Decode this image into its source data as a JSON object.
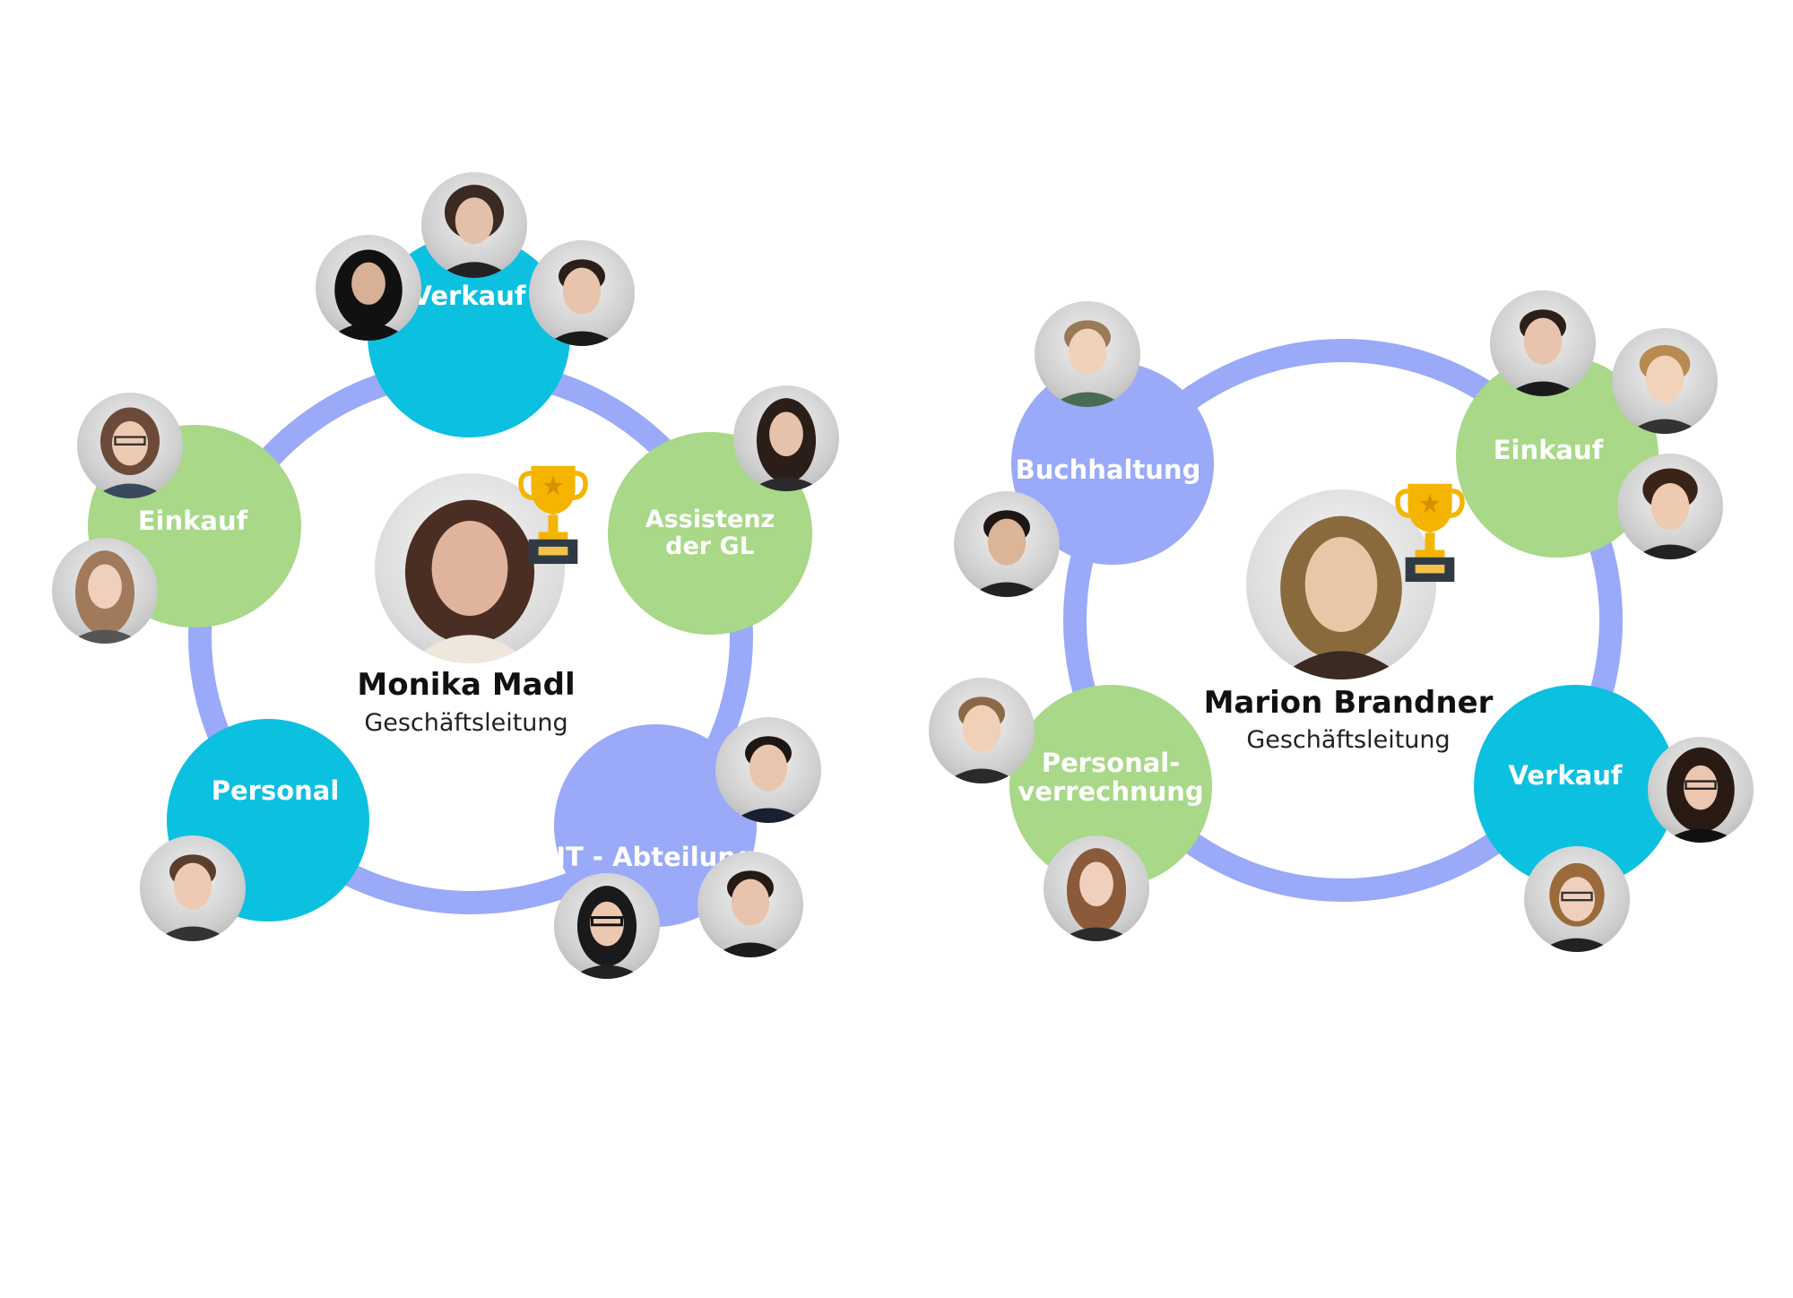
{
  "teams": [
    {
      "leader": {
        "name": "Monika Madl",
        "role": "Geschäftsleitung",
        "icon": "trophy-icon"
      },
      "departments": [
        {
          "label": "Verkauf",
          "color": "#0cc0e0"
        },
        {
          "label": "Assistenz\nder GL",
          "color": "#a8d888"
        },
        {
          "label": "IT - Abteilung",
          "color": "#9aa9f8"
        },
        {
          "label": "Personal",
          "color": "#0cc0e0"
        },
        {
          "label": "Einkauf",
          "color": "#a8d888"
        }
      ]
    },
    {
      "leader": {
        "name": "Marion Brandner",
        "role": "Geschäftsleitung",
        "icon": "trophy-icon"
      },
      "departments": [
        {
          "label": "Buchhaltung",
          "color": "#9aa9f8"
        },
        {
          "label": "Einkauf",
          "color": "#a8d888"
        },
        {
          "label": "Verkauf",
          "color": "#0cc0e0"
        },
        {
          "label": "Personal-\nverrechnung",
          "color": "#a8d888"
        }
      ]
    }
  ],
  "colors": {
    "ring": "#9aa9f8",
    "green": "#a8d888",
    "cyan": "#0cc0e0",
    "purple": "#9aa9f8",
    "trophy": "#f4b400"
  }
}
